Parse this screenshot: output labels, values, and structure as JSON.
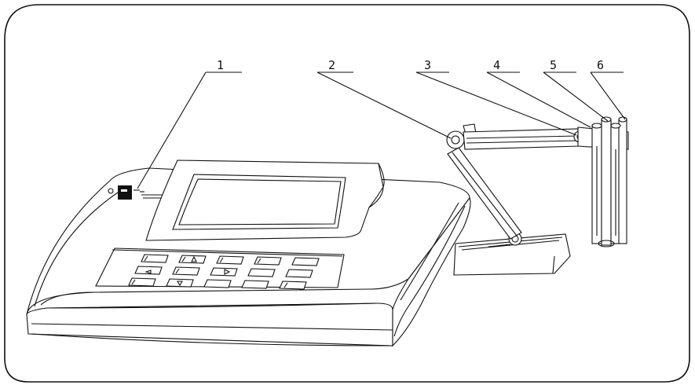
{
  "callouts": [
    {
      "id": "1",
      "label": "1"
    },
    {
      "id": "2",
      "label": "2"
    },
    {
      "id": "3",
      "label": "3"
    },
    {
      "id": "4",
      "label": "4"
    },
    {
      "id": "5",
      "label": "5"
    },
    {
      "id": "6",
      "label": "6"
    }
  ],
  "icons": {
    "frame": "rounded-rectangle-border",
    "meter": "benchtop-meter",
    "display": "lcd-screen",
    "keypad": "membrane-keypad",
    "stand": "electrode-stand",
    "electrodes": "electrode-probes",
    "color_line": "#111111",
    "color_bg": "#ffffff"
  }
}
